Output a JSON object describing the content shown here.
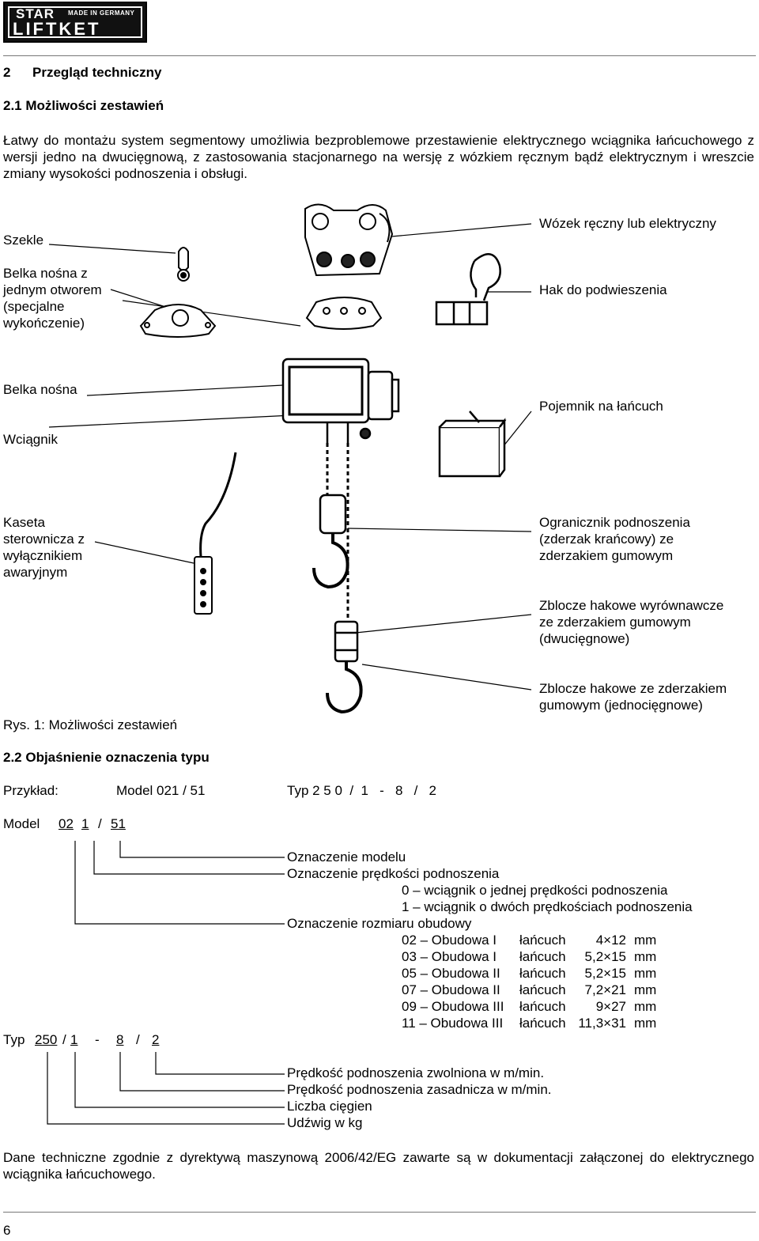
{
  "logo": {
    "brand_top": "STAR",
    "made": "MADE IN GERMANY",
    "brand_bottom": "LIFTKET"
  },
  "section2": {
    "number": "2",
    "title": "Przegląd techniczny"
  },
  "section21": {
    "title": "2.1  Możliwości zestawień"
  },
  "intro": "Łatwy do montażu system segmentowy umożliwia bezproblemowe przestawienie elektrycznego wciągnika łańcuchowego z wersji jedno na dwucięgnową, z zastosowania stacjonarnego na wersję z wózkiem ręcznym bądź elektrycznym i wreszcie zmiany wysokości podnoszenia i obsługi.",
  "figure": {
    "left_labels": {
      "szekle": "Szekle",
      "belka_otwor": [
        "Belka nośna z",
        "jednym otworem",
        "(specjalne",
        "wykończenie)"
      ],
      "belka": "Belka nośna",
      "wciagnik": "Wciągnik",
      "kaseta": [
        "Kaseta",
        "sterownicza z",
        "wyłącznikiem",
        "awaryjnym"
      ]
    },
    "right_labels": {
      "wozek": "Wózek ręczny lub elektryczny",
      "hak": "Hak do podwieszenia",
      "pojemnik": "Pojemnik na łańcuch",
      "ogranicznik": [
        "Ogranicznik podnoszenia",
        "(zderzak krańcowy) ze",
        "zderzakiem gumowym"
      ],
      "zblocze2": [
        "Zblocze hakowe wyrównawcze",
        "ze zderzakiem gumowym",
        "(dwucięgnowe)"
      ],
      "zblocze1": [
        "Zblocze hakowe ze zderzakiem",
        "gumowym (jednocięgnowe)"
      ]
    },
    "caption": "Rys. 1: Możliwości zestawień"
  },
  "section22": {
    "title": "2.2  Objaśnienie oznaczenia typu",
    "example_label": "Przykład:",
    "example_model": "Model 021 / 51",
    "example_typ": "Typ 2 5 0  /  1   -   8   /   2",
    "model": {
      "label": "Model",
      "p1": "02",
      "p2": "1",
      "sep": "/",
      "p3": "51"
    },
    "model_desc": {
      "oznaczenie_modelu": "Oznaczenie modelu",
      "predkosc": "Oznaczenie prędkości podnoszenia",
      "opt0": "0 – wciągnik o jednej prędkości podnoszenia",
      "opt1": "1 – wciągnik o dwóch prędkościach podnoszenia",
      "rozmiar": "Oznaczenie rozmiaru obudowy"
    },
    "housings": [
      {
        "code": "02 – Obudowa I",
        "chain": "łańcuch",
        "size": "4×12",
        "unit": "mm"
      },
      {
        "code": "03 – Obudowa I",
        "chain": "łańcuch",
        "size": "5,2×15",
        "unit": "mm"
      },
      {
        "code": "05 – Obudowa II",
        "chain": "łańcuch",
        "size": "5,2×15",
        "unit": "mm"
      },
      {
        "code": "07 – Obudowa II",
        "chain": "łańcuch",
        "size": "7,2×21",
        "unit": "mm"
      },
      {
        "code": "09 – Obudowa III",
        "chain": "łańcuch",
        "size": "9×27",
        "unit": "mm"
      },
      {
        "code": "11 – Obudowa III",
        "chain": "łańcuch",
        "size": "11,3×31",
        "unit": "mm"
      }
    ],
    "typ": {
      "label": "Typ",
      "p1": "250",
      "s1": "/",
      "p2": "1",
      "s2": "-",
      "p3": "8",
      "s3": "/",
      "p4": "2"
    },
    "typ_desc": {
      "zwolniona": "Prędkość podnoszenia zwolniona w m/min.",
      "zasadnicza": "Prędkość podnoszenia zasadnicza w m/min.",
      "ciegna": "Liczba cięgien",
      "udzwig": "Udźwig w kg"
    }
  },
  "footer_text": "Dane techniczne zgodnie z dyrektywą maszynową 2006/42/EG zawarte są w dokumentacji załączonej do elektrycznego wciągnika łańcuchowego.",
  "page_number": "6"
}
